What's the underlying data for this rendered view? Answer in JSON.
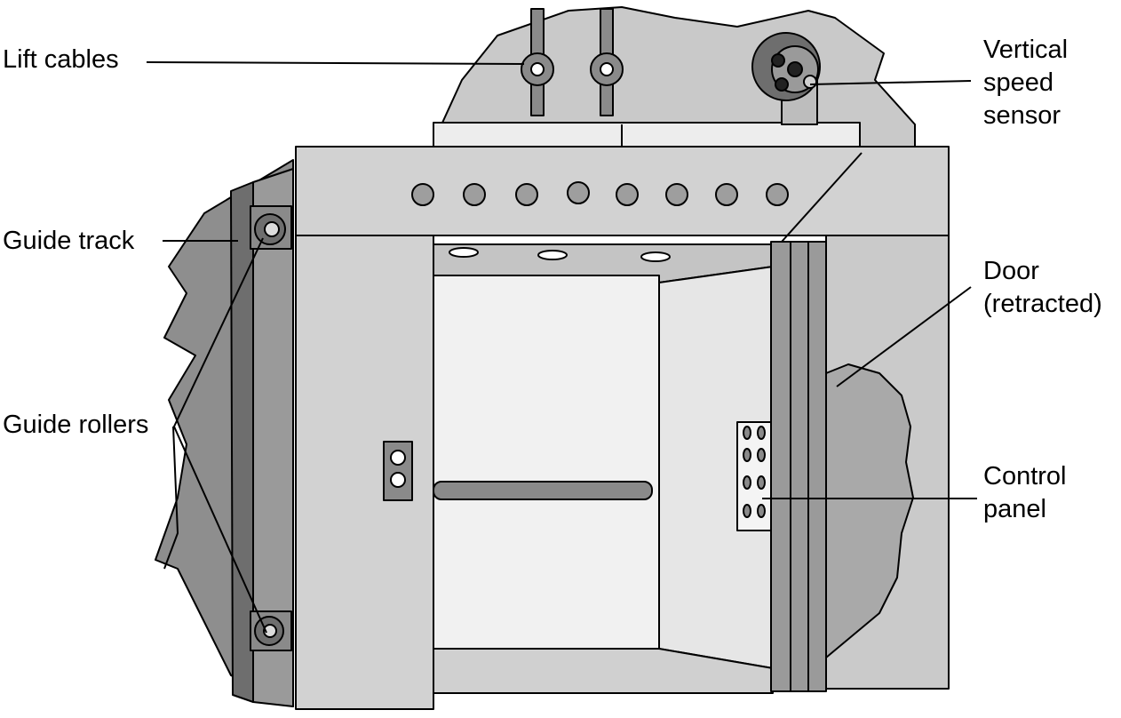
{
  "labels": {
    "lift_cables": "Lift cables",
    "guide_track": "Guide track",
    "guide_rollers": "Guide rollers",
    "vertical_speed_sensor": [
      "Vertical",
      "speed",
      "sensor"
    ],
    "door": [
      "Door",
      "(retracted)"
    ],
    "control_panel": [
      "Control",
      "panel"
    ]
  },
  "colors": {
    "wall": "#c9c9c9",
    "frame": "#d2d2d2",
    "interior": "#f1f1f1",
    "interior_side": "#e6e6e6",
    "dark_metal": "#8a8a8a",
    "darker_metal": "#6e6e6e",
    "retracted_door": "#a9a9a9",
    "outline": "#000000"
  }
}
